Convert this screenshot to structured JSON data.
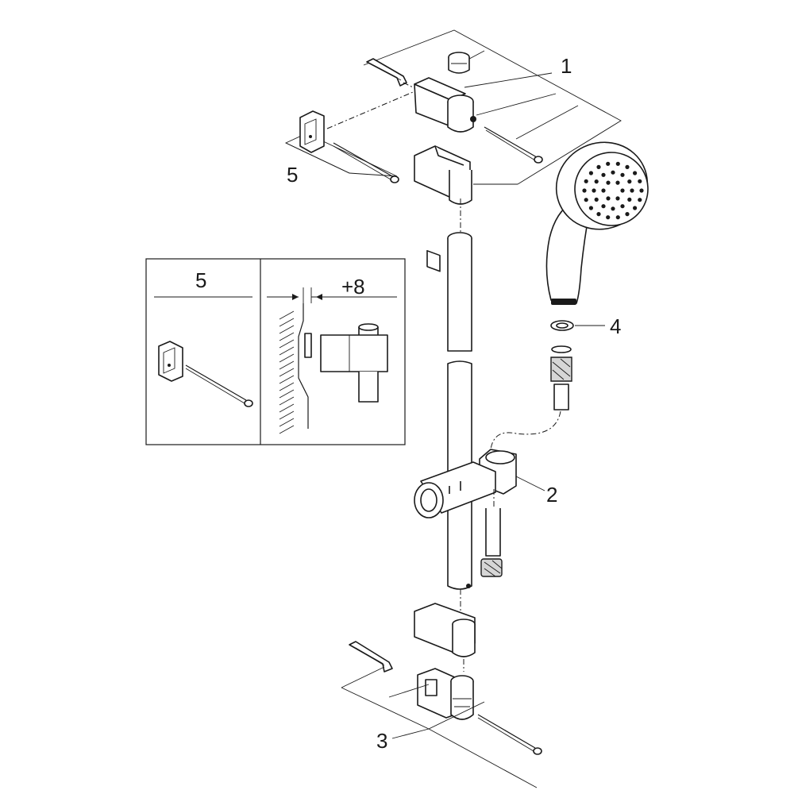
{
  "callouts": {
    "wall_bracket_top": "1",
    "glider": "2",
    "wall_bracket_bottom": "3",
    "seal": "4",
    "anchor_set": "5"
  },
  "detail_panel": {
    "left_title": "5",
    "right_offset": "+8"
  }
}
